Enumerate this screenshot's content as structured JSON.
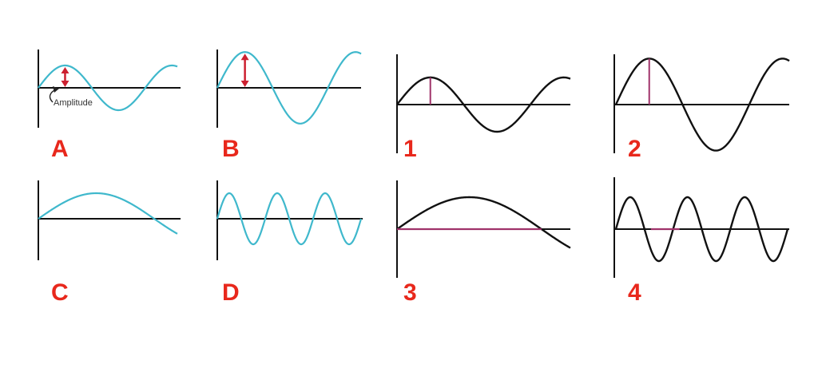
{
  "colors": {
    "background": "#ffffff",
    "label": "#e8281c",
    "cyan_wave": "#3fb8cc",
    "black_wave": "#111111",
    "axis": "#111111",
    "amplitude_arrow": "#cc2030",
    "amplitude_marker": "#a0336a"
  },
  "annotations": {
    "amplitude": "Amplitude"
  },
  "panels": [
    {
      "id": "A",
      "label": "A",
      "wave_color": "cyan",
      "relative_amplitude": 1.0,
      "cycles_shown": 1.3,
      "marker": "amplitude-arrow"
    },
    {
      "id": "B",
      "label": "B",
      "wave_color": "cyan",
      "relative_amplitude": 1.6,
      "cycles_shown": 1.3,
      "marker": "amplitude-arrow"
    },
    {
      "id": "1",
      "label": "1",
      "wave_color": "black",
      "relative_amplitude": 1.0,
      "cycles_shown": 1.3,
      "marker": "amplitude-line"
    },
    {
      "id": "2",
      "label": "2",
      "wave_color": "black",
      "relative_amplitude": 1.6,
      "cycles_shown": 1.3,
      "marker": "amplitude-line"
    },
    {
      "id": "C",
      "label": "C",
      "wave_color": "cyan",
      "relative_amplitude": 1.0,
      "cycles_shown": 0.6,
      "marker": "none"
    },
    {
      "id": "D",
      "label": "D",
      "wave_color": "cyan",
      "relative_amplitude": 1.0,
      "cycles_shown": 3.0,
      "marker": "none"
    },
    {
      "id": "3",
      "label": "3",
      "wave_color": "black",
      "relative_amplitude": 1.0,
      "cycles_shown": 0.6,
      "marker": "wavelength-line"
    },
    {
      "id": "4",
      "label": "4",
      "wave_color": "black",
      "relative_amplitude": 1.0,
      "cycles_shown": 3.0,
      "marker": "wavelength-line"
    }
  ]
}
